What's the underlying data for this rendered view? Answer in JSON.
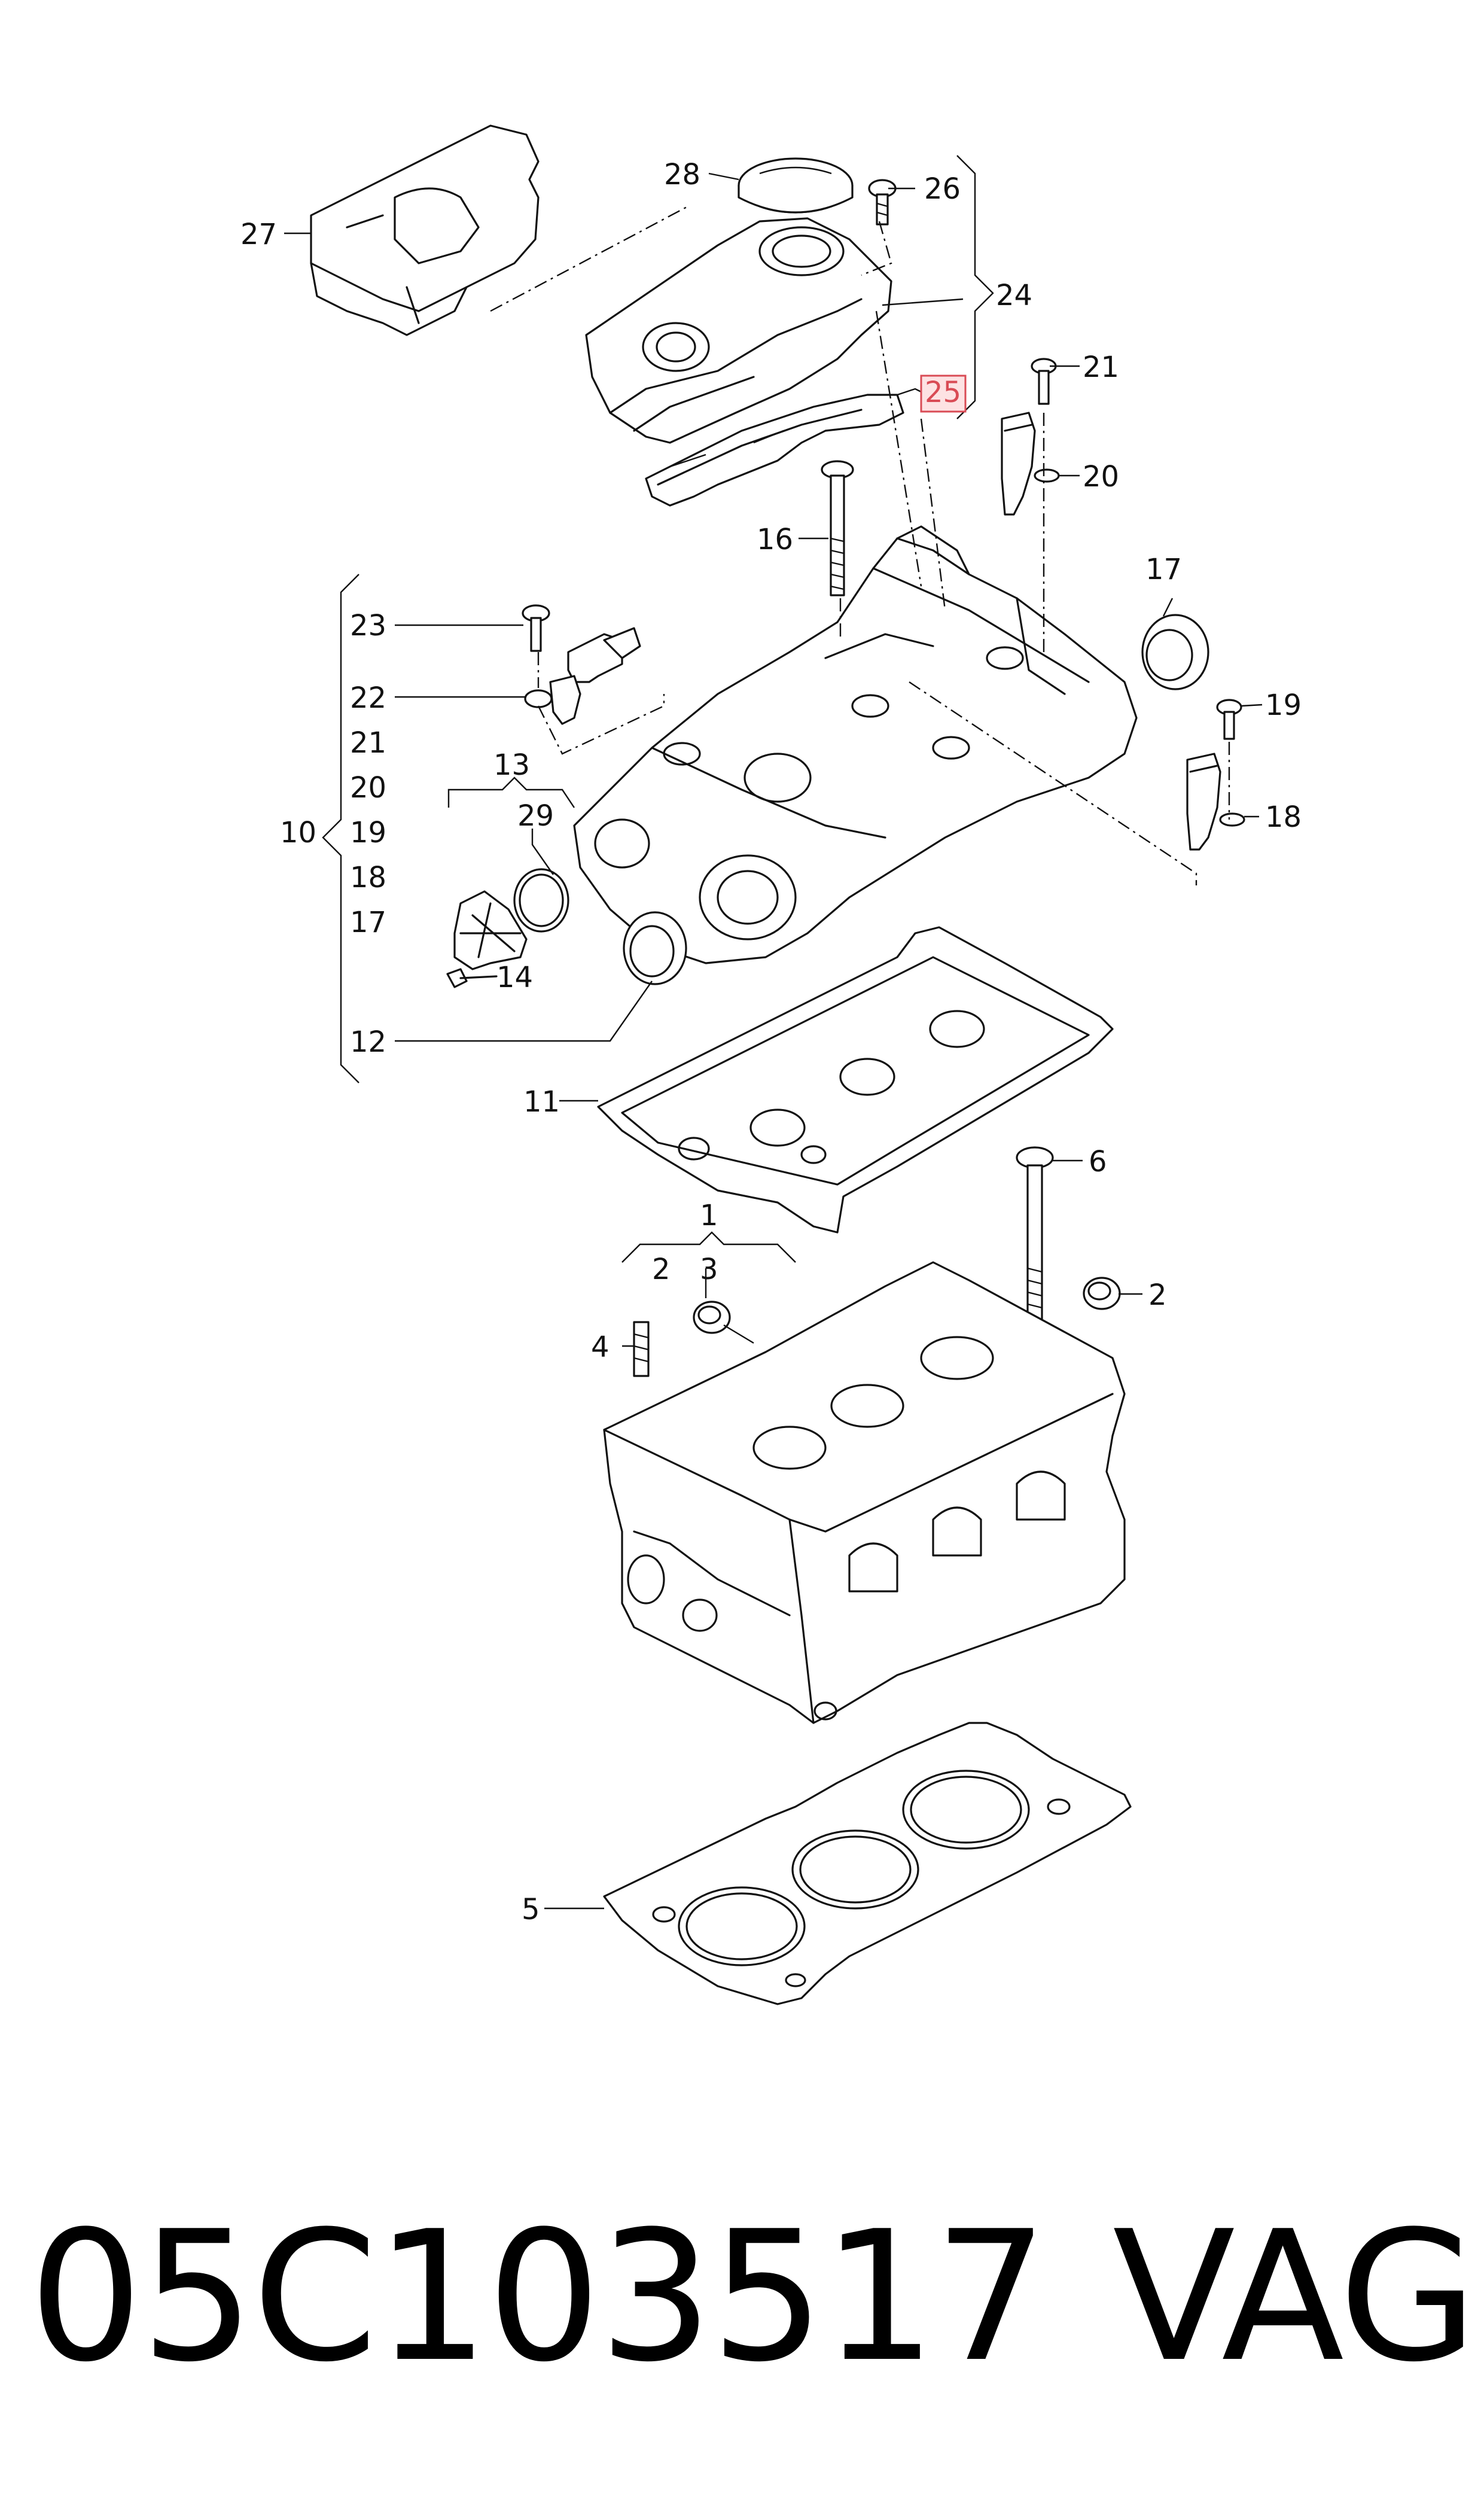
{
  "footer": {
    "part_number": "05C103517",
    "brand": "VAG"
  },
  "highlight_color": "#d94b55",
  "callouts": {
    "c1": "1",
    "c2a": "2",
    "c2b": "2",
    "c3": "3",
    "c4": "4",
    "c5": "5",
    "c6": "6",
    "c10": "10",
    "c11": "11",
    "c12": "12",
    "c13": "13",
    "c14": "14",
    "c16": "16",
    "c17a": "17",
    "c17b": "17",
    "c18a": "18",
    "c18b": "18",
    "c19a": "19",
    "c19b": "19",
    "c20a": "20",
    "c20b": "20",
    "c21a": "21",
    "c21b": "21",
    "c22": "22",
    "c23": "23",
    "c24": "24",
    "c25": "25",
    "c26": "26",
    "c27": "27",
    "c28": "28",
    "c29": "29"
  }
}
